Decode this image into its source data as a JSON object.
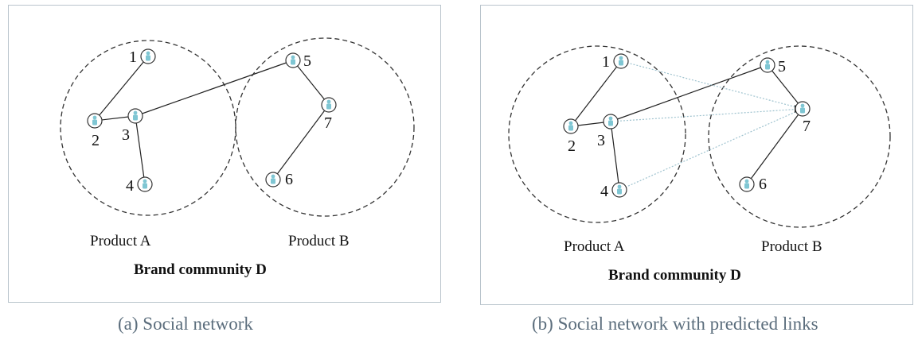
{
  "panels": [
    {
      "id": "a",
      "caption": "(a) Social network",
      "community_label": "Brand community D",
      "products": [
        "Product A",
        "Product B"
      ],
      "nodes": [
        "1",
        "2",
        "3",
        "4",
        "5",
        "6",
        "7"
      ],
      "edges": [
        [
          "1",
          "2"
        ],
        [
          "2",
          "3"
        ],
        [
          "3",
          "4"
        ],
        [
          "3",
          "5"
        ],
        [
          "5",
          "7"
        ],
        [
          "7",
          "6"
        ]
      ],
      "predicted_edges": []
    },
    {
      "id": "b",
      "caption": "(b) Social network with predicted links",
      "community_label": "Brand community D",
      "products": [
        "Product A",
        "Product B"
      ],
      "nodes": [
        "1",
        "2",
        "3",
        "4",
        "5",
        "6",
        "7"
      ],
      "edges": [
        [
          "1",
          "2"
        ],
        [
          "2",
          "3"
        ],
        [
          "3",
          "4"
        ],
        [
          "3",
          "5"
        ],
        [
          "5",
          "7"
        ],
        [
          "7",
          "6"
        ]
      ],
      "predicted_edges": [
        [
          "1",
          "7"
        ],
        [
          "3",
          "7"
        ],
        [
          "4",
          "7"
        ]
      ]
    }
  ],
  "colors": {
    "node_fill": "#7fc6d3",
    "edge": "#222222",
    "predicted_edge": "#9fc3cf",
    "circle_dash": "#333333",
    "caption": "#5c6e7d"
  },
  "icons": {
    "node": "person-icon"
  }
}
